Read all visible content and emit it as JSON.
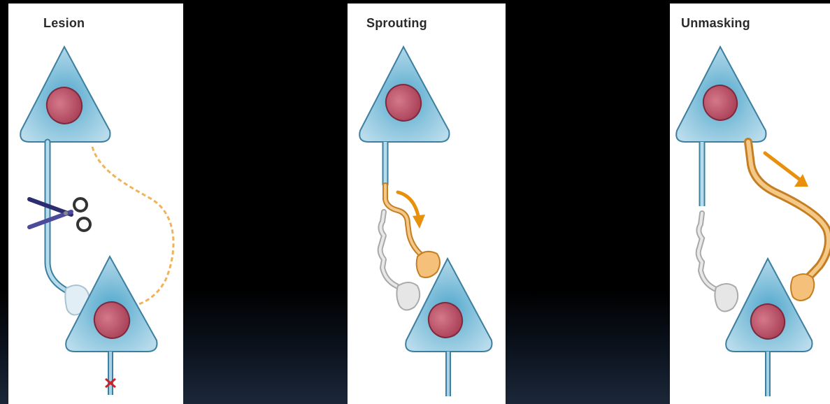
{
  "panels": [
    {
      "id": "lesion",
      "title": "Lesion"
    },
    {
      "id": "sprouting",
      "title": "Sprouting"
    },
    {
      "id": "unmasking",
      "title": "Unmasking"
    }
  ],
  "colors": {
    "cell_body": "#8ec6de",
    "cell_edge": "#3c7f9f",
    "nucleus": "#c05468",
    "nucleus_edge": "#7d2a3e",
    "active_axon": "#f0b35a",
    "active_edge": "#c57f22",
    "arrow": "#e8900c",
    "faded_axon": "#dcdcdc",
    "lesion_mark": "#d0202a"
  },
  "icons": [
    "scissors-icon",
    "sprouting-arrow-icon",
    "unmasking-arrow-icon",
    "lesion-mark-icon"
  ]
}
